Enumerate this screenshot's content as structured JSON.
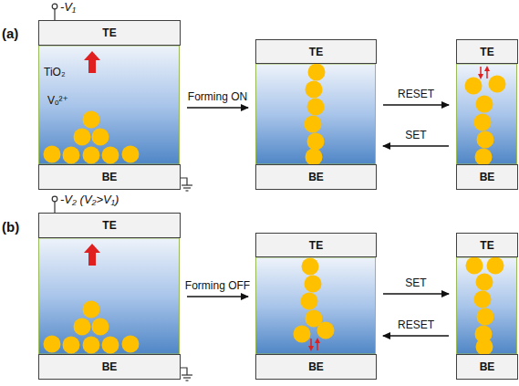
{
  "diagram": {
    "nodes": [
      {
        "text": [
          "TE",
          "TiO₂",
          "Vₒ²⁺",
          "BE"
        ]
      },
      {
        "text": [
          "TE",
          "BE"
        ]
      },
      {
        "text": [
          "TE",
          "BE"
        ]
      },
      {
        "text": [
          "TE",
          "BE"
        ]
      },
      {
        "text": [
          "TE",
          "BE"
        ]
      },
      {
        "text": [
          "TE",
          "BE"
        ]
      }
    ],
    "edges": [
      {
        "from": 0,
        "to": 1,
        "label": "Forming ON",
        "arrow": "to"
      },
      {
        "from": 1,
        "to": 2,
        "label": "RESET",
        "arrow": "to"
      },
      {
        "from": 2,
        "to": 1,
        "label": "SET",
        "arrow": "to"
      },
      {
        "from": 3,
        "to": 4,
        "label": "Forming OFF",
        "arrow": "to"
      },
      {
        "from": 4,
        "to": 5,
        "label": "SET",
        "arrow": "to"
      },
      {
        "from": 5,
        "to": 4,
        "label": "RESET",
        "arrow": "to"
      }
    ],
    "labels": [
      "(a)",
      "-V₁",
      "(b)",
      "-V₂ (V₂>V₁)"
    ]
  }
}
